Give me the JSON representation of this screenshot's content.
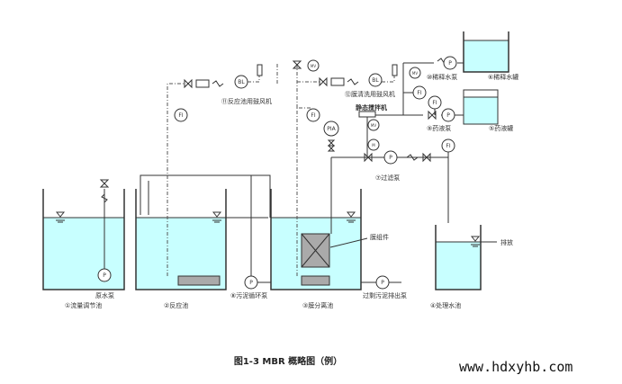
{
  "caption": "图1-3 MBR 概略图（例）",
  "watermark": "www.hdxyhb.com",
  "tanks": {
    "t1": "①流量调节池",
    "t2": "②反应池",
    "t3": "③膜分离池",
    "t4": "④处理水池",
    "t5": "⑤药液罐",
    "t6": "⑥稀释水罐"
  },
  "equipment": {
    "raw_pump": "原水泵",
    "sludge_pump": "⑧污泥循环泵",
    "excess_pump": "过剩污泥排出泵",
    "membrane": "膜组件",
    "discharge": "排放",
    "blower1": "⑪反应池用鼓风机",
    "blower2": "⑫膜清洗用鼓风机",
    "dilution_pump": "⑩稀释水泵",
    "chem_pump": "⑨药液泵",
    "mixer": "静态搅拌机",
    "filter_pump": "⑦过滤泵"
  },
  "symbols": {
    "p": "P",
    "bl": "BL",
    "fi": "FI",
    "pia": "PIA",
    "mv": "MV",
    "m": "M"
  },
  "colors": {
    "water": "#c8ffff",
    "module": "#aaaaaa"
  }
}
